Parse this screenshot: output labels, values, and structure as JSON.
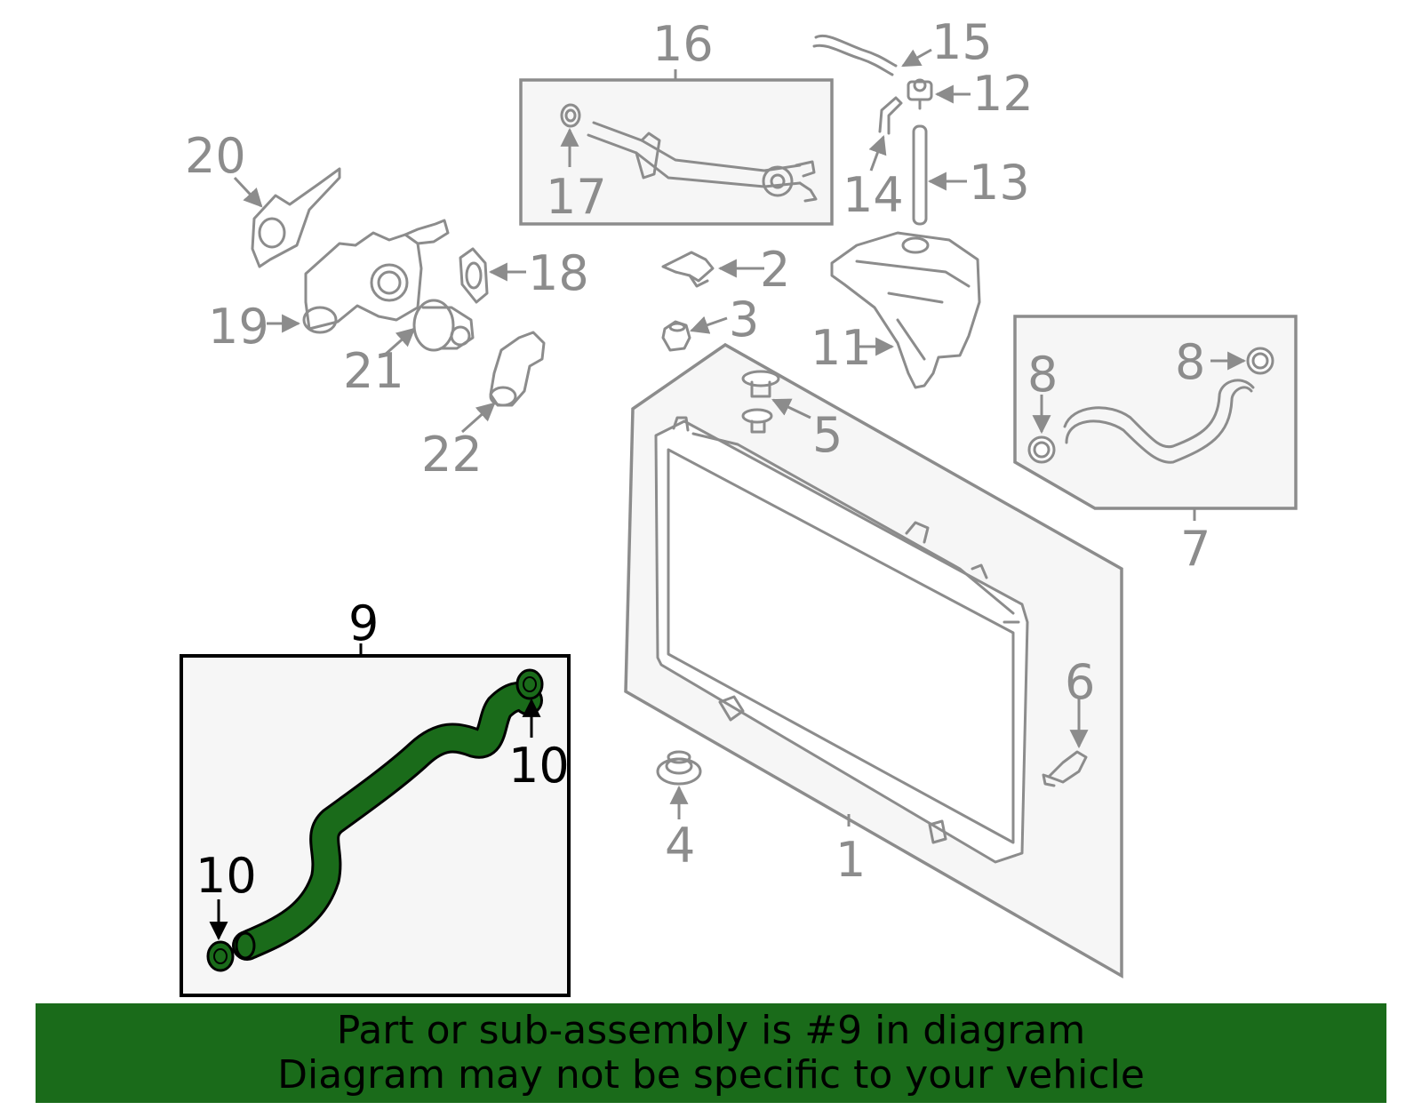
{
  "diagram": {
    "callouts": {
      "c1": "1",
      "c2": "2",
      "c3": "3",
      "c4": "4",
      "c5": "5",
      "c6": "6",
      "c7": "7",
      "c8a": "8",
      "c8b": "8",
      "c9": "9",
      "c10a": "10",
      "c10b": "10",
      "c11": "11",
      "c12": "12",
      "c13": "13",
      "c14": "14",
      "c15": "15",
      "c16": "16",
      "c17": "17",
      "c18": "18",
      "c19": "19",
      "c20": "20",
      "c21": "21",
      "c22": "22"
    },
    "highlight_color": "#1a6b1a",
    "part_color": "#8c8c8c",
    "group_fill": "#f6f6f6"
  },
  "banner": {
    "line1": "Part or sub-assembly is #9 in diagram",
    "line2": "Diagram may not be specific to your vehicle",
    "background": "#1a6b1a"
  }
}
